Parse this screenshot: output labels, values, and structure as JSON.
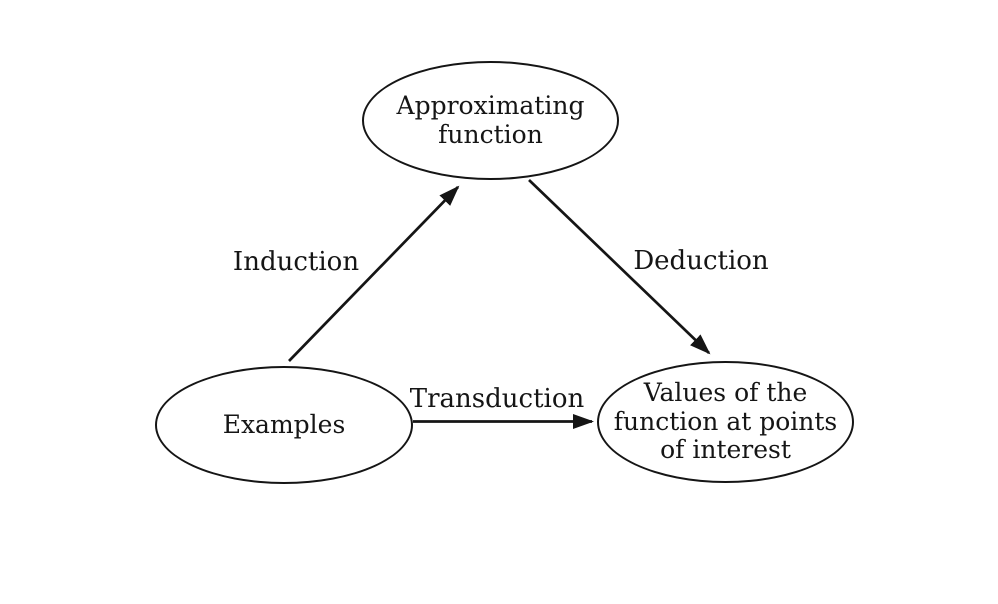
{
  "figure": {
    "background": "#ffffff",
    "ink_color": "#151515",
    "nodes": {
      "approximating": {
        "lines": [
          "Approximating",
          "function"
        ]
      },
      "examples": {
        "lines": [
          "Examples"
        ]
      },
      "values": {
        "lines": [
          "Values of the",
          "function at points",
          "of interest"
        ]
      }
    },
    "edges": {
      "induction": {
        "label": "Induction",
        "from": "examples",
        "to": "approximating"
      },
      "deduction": {
        "label": "Deduction",
        "from": "approximating",
        "to": "values"
      },
      "transduction": {
        "label": "Transduction",
        "from": "examples",
        "to": "values"
      }
    }
  }
}
